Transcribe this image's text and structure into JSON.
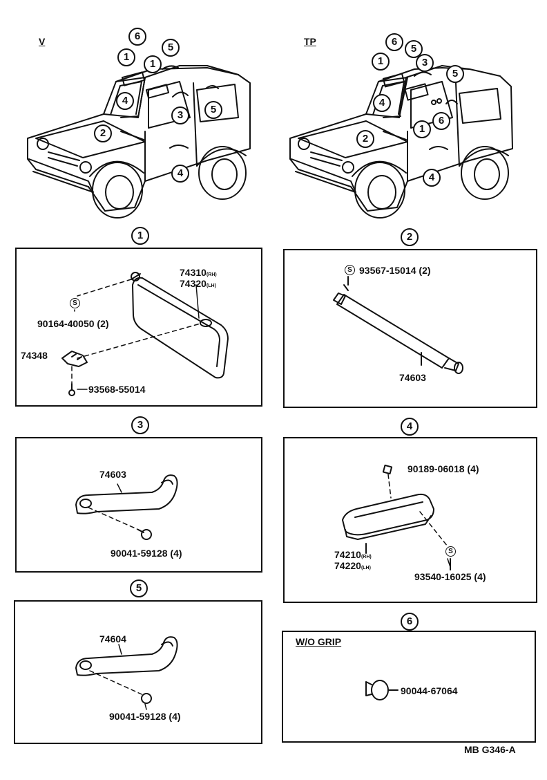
{
  "variants": {
    "left": "V",
    "right": "TP"
  },
  "section_numbers": [
    "1",
    "2",
    "3",
    "4",
    "5",
    "6"
  ],
  "vehicle_left_callouts": [
    "6",
    "1",
    "1",
    "5",
    "4",
    "2",
    "3",
    "5",
    "4"
  ],
  "vehicle_right_callouts": [
    "6",
    "5",
    "1",
    "3",
    "5",
    "4",
    "2",
    "1",
    "6",
    "4"
  ],
  "section1": {
    "part_a": "74310",
    "part_a_side": "(RH)",
    "part_b": "74320",
    "part_b_side": "(LH)",
    "screw_a": "90164-40050 (2)",
    "holder": "74348",
    "screw_b": "93568-55014",
    "symbol": "S"
  },
  "section2": {
    "screw": "93567-15014 (2)",
    "bar": "74603",
    "symbol": "S"
  },
  "section3": {
    "grip": "74603",
    "screw": "90041-59128 (4)"
  },
  "section4": {
    "nut": "90189-06018 (4)",
    "grip_a": "74210",
    "grip_a_side": "(RH)",
    "grip_b": "74220",
    "grip_b_side": "(LH)",
    "screw": "93540-16025 (4)",
    "symbol": "S"
  },
  "section5": {
    "grip": "74604",
    "screw": "90041-59128 (4)"
  },
  "section6": {
    "tag": "W/O GRIP",
    "plug": "90044-67064"
  },
  "figure_code": "MB G346-A"
}
